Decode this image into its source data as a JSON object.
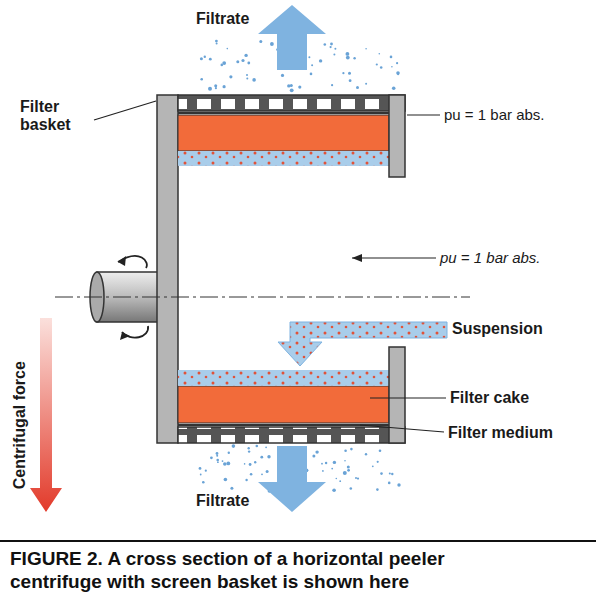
{
  "diagram": {
    "caption": "FIGURE 2. A cross section of a horizontal peeler centrifuge with screen basket is shown here",
    "labels": [
      "Filtrate",
      "Filter basket",
      "pu = 1 bar abs.",
      "pu = 1 bar abs.",
      "Suspension",
      "Filter cake",
      "Filter medium",
      "Centrifugal force",
      "Filtrate"
    ]
  }
}
